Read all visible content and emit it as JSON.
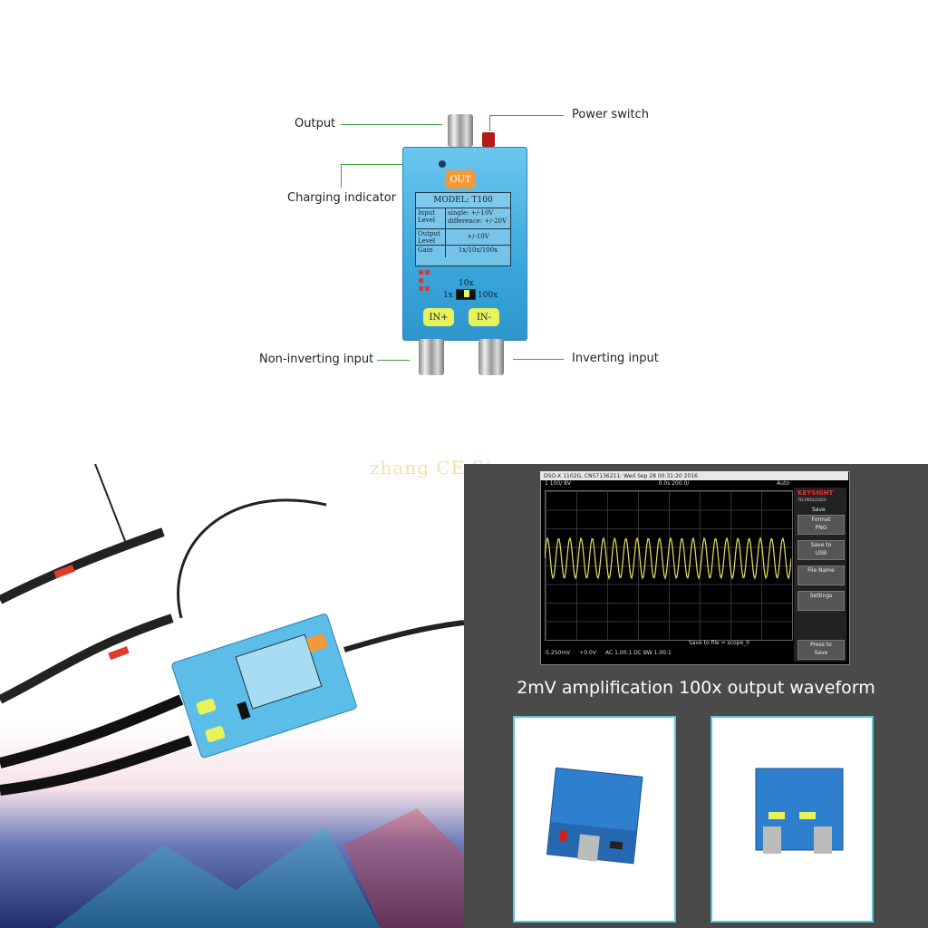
{
  "diagram": {
    "labels": {
      "output": "Output",
      "power_switch": "Power switch",
      "charging_indicator": "Charging indicator",
      "non_inverting_input": "Non-inverting input",
      "inverting_input": "Inverting input"
    },
    "device": {
      "out_label": "OUT",
      "model": "MODEL: T100",
      "rows": [
        {
          "key": "Input Level",
          "value": "single: +/-10V\ndifference: +/-20V"
        },
        {
          "key": "Output Level",
          "value": "+/-10V"
        },
        {
          "key": "Gain",
          "value": "1x/10x/100x"
        }
      ],
      "gain_top": "10x",
      "gain_left": "1x",
      "gain_right": "100x",
      "in_plus": "IN+",
      "in_minus": "IN-"
    }
  },
  "watermark": "zhang CE Store",
  "scope": {
    "top_bar": "DSO-X 1102G, CN57136211: Wed Sep 28 00:31:20 2016",
    "hdr_left": "1  100/   8V",
    "hdr_mid": "0.0s   200.0/",
    "hdr_right": "Auto",
    "brand": "KEYSIGHT",
    "brand_sub": "TECHNOLOGIES",
    "menu_title": "Save",
    "buttons": [
      {
        "label": "Format\nPNG"
      },
      {
        "label": "Save to\nUSB"
      },
      {
        "label": "File Name"
      },
      {
        "label": "Settings"
      },
      {
        "label": "Press to\nSave"
      }
    ],
    "save_status": "Save to file = scope_0",
    "foot_1": "-5.250mV",
    "foot_2": "+0.0V",
    "foot_3": "AC    1.00:1    DC BW    1.00:1"
  },
  "caption": "2mV amplification 100x output waveform"
}
